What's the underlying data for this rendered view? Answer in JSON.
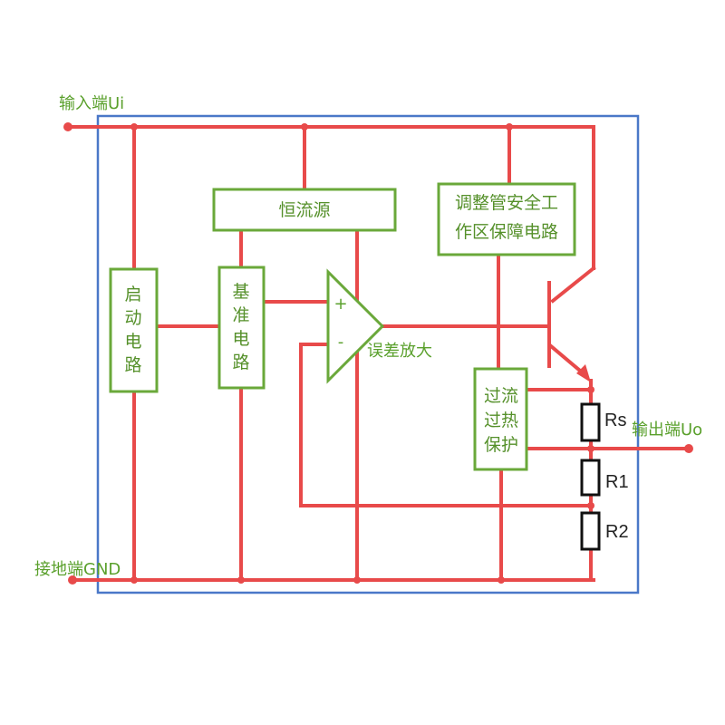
{
  "terminals": {
    "input": "输入端Ui",
    "output": "输出端Uo",
    "ground": "接地端GND"
  },
  "blocks": {
    "constant_current": "恒流源",
    "protection_line1": "调整管安全工",
    "protection_line2": "作区保障电路",
    "startup": [
      "启",
      "动",
      "电",
      "路"
    ],
    "reference": [
      "基",
      "准",
      "电",
      "路"
    ],
    "overcurrent": [
      "过流",
      "过热",
      "保护"
    ]
  },
  "amplifier": {
    "label": "误差放大",
    "plus": "+",
    "minus": "-"
  },
  "resistors": {
    "rs": "Rs",
    "r1": "R1",
    "r2": "R2"
  },
  "colors": {
    "wire": "#e84a4a",
    "block_border": "#6aa83a",
    "text": "#5aa02c",
    "chip_border": "#4a78c8"
  }
}
